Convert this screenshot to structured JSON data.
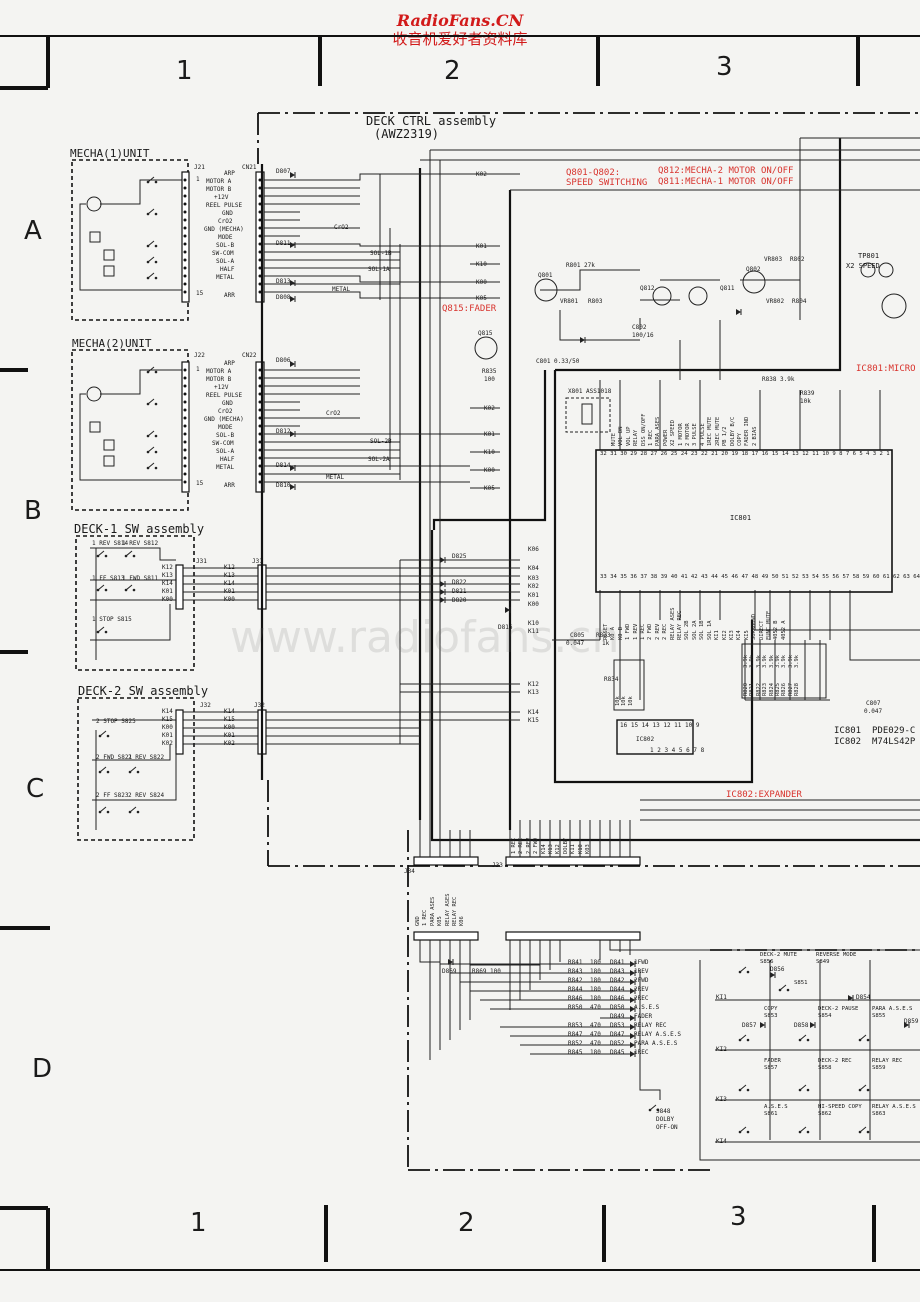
{
  "watermark": {
    "site": "RadioFans.CN",
    "subtitle": "收音机爱好者资料库",
    "url": "www.radiofans.cn"
  },
  "grid": {
    "top_cols": [
      "1",
      "2",
      "3"
    ],
    "bottom_cols": [
      "1",
      "2",
      "3"
    ],
    "rows": [
      "A",
      "B",
      "C",
      "D"
    ]
  },
  "assemblies": {
    "deck_ctrl": {
      "title": "DECK CTRL assembly",
      "part": "(AWZ2319)"
    },
    "mecha1": "MECHA(1)UNIT",
    "mecha2": "MECHA(2)UNIT",
    "deck1_sw": "DECK-1 SW assembly",
    "deck2_sw": "DECK-2 SW assembly"
  },
  "notes": {
    "q801": "Q801-Q802:",
    "speed": "SPEED SWITCHING",
    "q812": "Q812:MECHA-2 MOTOR ON/OFF",
    "q811": "Q811:MECHA-1 MOTOR ON/OFF",
    "q815": "Q815:FADER",
    "ic801": "IC801:MICRO",
    "ic802_exp": "IC802:EXPANDER",
    "tp801": "TP801",
    "x2speed": "X2 SPEED"
  },
  "ic_table": {
    "ic801": "IC801",
    "ic802": "IC802",
    "part1": "PDE029-C",
    "part2": "M74LS42P"
  },
  "components": {
    "ic801": "IC801",
    "ic802": "IC802",
    "q801": "Q801",
    "q802": "Q802",
    "q811": "Q811",
    "q812": "Q812",
    "q815": "Q815",
    "c802": "C802",
    "c802v": "100/16",
    "c801": "C801 0.33/50",
    "x801": "X801 ASS1018",
    "r801": "R801 27k",
    "r835": "R835",
    "r835v": "100",
    "r838": "R838 3.9k",
    "r839": "R839",
    "r839v": "10k",
    "vr801": "VR801",
    "r803": "R803",
    "vr803": "VR803",
    "r802": "R802",
    "vr802": "VR802",
    "r804": "R804",
    "c805": "C805",
    "c805v": "0.047",
    "r833": "R833",
    "r833v": "1k",
    "c807": "C807",
    "c807v": "0.047",
    "d869": "D869",
    "r869": "R869 100",
    "s848": "S848",
    "dolby": "DOLBY",
    "offon": "OFF-ON",
    "j21": "J21",
    "cn21": "CN21",
    "j22": "J22",
    "cn22": "CN22",
    "j31": "J31",
    "j32": "J32",
    "j33": "J33",
    "j34": "J34"
  },
  "mecha_pins": [
    "ARP",
    "MOTOR A",
    "MOTOR B",
    "+12V",
    "REEL PULSE",
    "GND",
    "CrO2",
    "GND (MECHA)",
    "MODE",
    "SOL-B",
    "SW-COM",
    "SOL-A",
    "HALF",
    "METAL",
    "ARR"
  ],
  "pin_first": "1",
  "pin_last": "15",
  "deck_signals": {
    "k02": "K02",
    "k01": "K01",
    "k10": "K10",
    "k00": "K00",
    "k05": "K05",
    "sol1b": "SOL-1B",
    "sol1a": "SOL-1A",
    "sol2b": "SOL-2B",
    "sol2a": "SOL-2A",
    "cro2": "CrO2",
    "metal": "METAL",
    "d807": "D807",
    "d811": "D811",
    "d813": "D813",
    "d808": "D808",
    "d806": "D806",
    "d812": "D812",
    "d814": "D814",
    "d810": "D810"
  },
  "deck1_switches": {
    "s814": "1 REV S814",
    "s812": "1 REV S812",
    "s813": "1 FF S813",
    "s811": "1 FWD S811",
    "s815": "1 STOP S815",
    "pins": [
      "K12",
      "K13",
      "K14",
      "K01",
      "K00"
    ]
  },
  "deck2_switches": {
    "s825": "2 STOP S825",
    "s821": "2 FWD S821",
    "s822": "2 REV S822",
    "s823": "2 FF S823",
    "s824": "2 REV S824",
    "pins": [
      "K14",
      "K15",
      "K00",
      "K01",
      "K02"
    ]
  },
  "matrix_lines": [
    "K06",
    "K04",
    "K03",
    "K02",
    "K01",
    "K00",
    "K10",
    "K11",
    "K12",
    "K13",
    "K14",
    "K15"
  ],
  "matrix_diodes": [
    "D825",
    "D822",
    "D821",
    "D820",
    "D816"
  ],
  "j33_pins": [
    "1 REC",
    "2 REC",
    "2 REV",
    "2 FWD",
    "K14",
    "K13",
    "K12",
    "DOLBY",
    "K11",
    "K10",
    "K03"
  ],
  "j34_pins": [
    "GND",
    "1 REC",
    "PARA ASES",
    "K05",
    "RELAY ASES",
    "RELAY REC",
    "K06"
  ],
  "led_rows": [
    {
      "r": "R841",
      "v": "180",
      "d": "D841",
      "t": "1FWD"
    },
    {
      "r": "R843",
      "v": "180",
      "d": "D843",
      "t": "1REV"
    },
    {
      "r": "R842",
      "v": "180",
      "d": "D842",
      "t": "2FWD"
    },
    {
      "r": "R844",
      "v": "180",
      "d": "D844",
      "t": "2REV"
    },
    {
      "r": "R846",
      "v": "180",
      "d": "D846",
      "t": "2REC"
    },
    {
      "r": "R850",
      "v": "470",
      "d": "D850",
      "t": "A.S.E.S"
    },
    {
      "r": "",
      "v": "",
      "d": "D849",
      "t": "FADER"
    },
    {
      "r": "R853",
      "v": "470",
      "d": "D853",
      "t": "RELAY REC"
    },
    {
      "r": "R847",
      "v": "470",
      "d": "D847",
      "t": "RELAY A.S.E.S"
    },
    {
      "r": "R852",
      "v": "470",
      "d": "D852",
      "t": "PARA A.S.E.S"
    },
    {
      "r": "R845",
      "v": "180",
      "d": "D845",
      "t": "1REC"
    }
  ],
  "key_matrix": {
    "rows": [
      "KI1",
      "KI2",
      "KI3",
      "KI4"
    ],
    "keys": [
      {
        "id": "S856",
        "t": "DECK-2 MUTE"
      },
      {
        "id": "S849",
        "t": "REVERSE MODE"
      },
      {
        "id": "S851",
        "t": ""
      },
      {
        "id": "S853",
        "t": "COPY"
      },
      {
        "id": "S854",
        "t": "DECK-2 PAUSE"
      },
      {
        "id": "S855",
        "t": "PARA A.S.E.S"
      },
      {
        "id": "S857",
        "t": "FADER"
      },
      {
        "id": "S858",
        "t": "DECK-2 REC"
      },
      {
        "id": "S859",
        "t": "RELAY REC"
      },
      {
        "id": "S861",
        "t": "A.S.E.S"
      },
      {
        "id": "S862",
        "t": "HI-SPEED COPY"
      },
      {
        "id": "S863",
        "t": "RELAY A.S.E.S"
      }
    ],
    "diodes": [
      "D856",
      "D857",
      "D858",
      "D854",
      "D859"
    ]
  },
  "ic801_top_pins": "32 31 30 29 28 27 26 25 24 23 22 21 20 19 18 17 16 15 14 13 12 11 10 9 8 7 6 5 4 3 2 1",
  "ic801_bot_pins": "33 34 35 36 37 38 39 40 41 42 43 44 45 46 47 48 49 50 51 52 53 54 55 56 57 58 59 60 61 62 63 64",
  "ic801_top_names": [
    "MUTE",
    "VOL DN",
    "VOL UP",
    "RELAY",
    "DSS ON/OFF",
    "1 REC",
    "PARA ASES",
    "POWER",
    "X2 SPEED",
    "1 MOTOR",
    "2 MOTOR",
    "3 PULSE",
    "4 PULSE",
    "1REC MUTE",
    "2REC MUTE",
    "PB 1/2",
    "DOLBY B/C",
    "COPY",
    "FADER IND",
    "2 BIAS"
  ],
  "ic801_bot_names": [
    "RESET",
    "K0 A",
    "K0 B",
    "1 FWD",
    "1 REV",
    "1 REC",
    "2 FWD",
    "2 REV",
    "2 REC",
    "RELAY ASES",
    "RELAY REC",
    "SOL 2B",
    "SOL 2A",
    "SOL 1B",
    "SOL 1A",
    "KI1",
    "KI2",
    "KI3",
    "KI4",
    "KI5",
    "SURROUND",
    "DIRECT",
    "FUNC MUTE",
    "4052 B",
    "4052 A"
  ],
  "ic802_pins_top": "16 15 14 13 12 11 10 9",
  "ic802_pins_bot": "1 2 3 4 5 6 7 8",
  "resistor_bank_vals": [
    "3.9k",
    "3.9k",
    "3.9k",
    "3.9k",
    "3.9k",
    "3.9k",
    "3.9k",
    "3.9k",
    "3.9k"
  ],
  "r8xx": [
    "R820",
    "R821",
    "R822",
    "R823",
    "R824",
    "R825",
    "R826",
    "R827",
    "R828"
  ],
  "r834": [
    "R834",
    "R835",
    "R836"
  ],
  "r834v": [
    "10k",
    "10k",
    "10k"
  ]
}
